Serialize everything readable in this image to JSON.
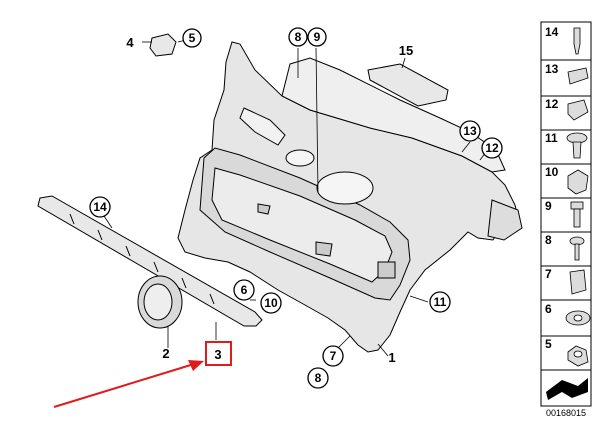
{
  "callouts": {
    "c1": "1",
    "c2": "2",
    "c3": "3",
    "c4": "4",
    "c5": "5",
    "c6": "6",
    "c7": "7",
    "c8a": "8",
    "c8b": "8",
    "c9": "9",
    "c10": "10",
    "c11": "11",
    "c12": "12",
    "c13": "13",
    "c14": "14",
    "c15": "15"
  },
  "legend": {
    "items": [
      "14",
      "13",
      "12",
      "11",
      "10",
      "9",
      "8",
      "7",
      "6",
      "5"
    ]
  },
  "document_number": "00168015",
  "colors": {
    "highlight": "#e01b1b",
    "arrow": "#e01b1b",
    "line": "#000000",
    "part_fill": "#e6e6e6"
  }
}
